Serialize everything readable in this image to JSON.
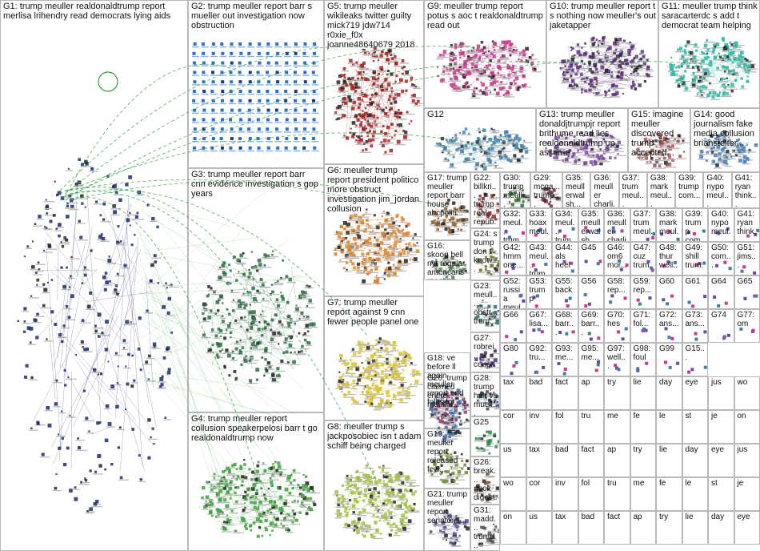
{
  "title": "NodeXL network graph: trump meuller report",
  "colors": {
    "G1": "#1c2a6b",
    "G2": "#2a72c8",
    "G3": "#2f6e44",
    "G4": "#3ea13c",
    "G5": "#a3201e",
    "G6": "#d9822b",
    "G7": "#d9c22a",
    "G8": "#9fbe3a",
    "G9": "#c93a8a",
    "G10": "#5a2d7a",
    "G11": "#2ab6a0",
    "G12": "#3d7fa8",
    "edge": "#2f9f3a",
    "border": "#b9b9b9"
  },
  "groups": [
    {
      "id": "G1",
      "label": "G1: trump meuller realdonaldtrump report merlisa lrihendry read democrats lying aids"
    },
    {
      "id": "G2",
      "label": "G2: trump meuller report barr s mueller out investigation now obstruction"
    },
    {
      "id": "G3",
      "label": "G3: trump meuller report barr cnn evidence investigation s gop years"
    },
    {
      "id": "G4",
      "label": "G4: trump meuller report collusion speakerpelosi barr t go realdonaldtrump now"
    },
    {
      "id": "G5",
      "label": "G5: trump meuller wikileaks twitter guilty mick719 jdw714 r0xie_f0x joanne48640679 2018"
    },
    {
      "id": "G6",
      "label": "G6: meuller trump report president politico more obstruct investigation jim_jordan collusion"
    },
    {
      "id": "G7",
      "label": "G7: trump meuller report against 9 cnn fewer people panel one"
    },
    {
      "id": "G8",
      "label": "G8: meuller trump s jackposobiec isn t adam schiff being charged"
    },
    {
      "id": "G9",
      "label": "G9: meuller trump report potus s aoc t realdonaldtrump read out"
    },
    {
      "id": "G10",
      "label": "G10: trump meuller report t s nothing now meuller's out jaketapper"
    },
    {
      "id": "G11",
      "label": "G11: meuller trump think saracarterdc s add t democrat team helping"
    },
    {
      "id": "G12",
      "label": "G12"
    },
    {
      "id": "G13",
      "label": "G13: trump meuller donaldjtrumpjr report brithume read lies realdonaldtrump up assume"
    },
    {
      "id": "G14",
      "label": "G14: good journalism fake media collusion brianstelter..."
    },
    {
      "id": "G15",
      "label": "G15: imagine meuller discovered trump accepted..."
    },
    {
      "id": "G16",
      "label": "G16: skoog bell nyt regular americans reacting..."
    },
    {
      "id": "G17",
      "label": "G17: trump meuller report barr house abcpoliti..."
    },
    {
      "id": "G18",
      "label": "G18: ve before ll again meuller report end folks lot..."
    },
    {
      "id": "G19",
      "label": "G19: meuller report released few..."
    },
    {
      "id": "G20",
      "label": "G20: trump claimed entire meuller..."
    },
    {
      "id": "G21",
      "label": "G21: trump meuller report senatorr..."
    },
    {
      "id": "G22",
      "label": "G22: billkri... trump real... repub..."
    },
    {
      "id": "G23",
      "label": "G23: meull... obstr... trum..."
    },
    {
      "id": "G24",
      "label": "G24: s trump don t know..."
    },
    {
      "id": "G25",
      "label": "G25"
    },
    {
      "id": "G26",
      "label": "G26: break... nook digest..."
    },
    {
      "id": "G27",
      "label": "G27: robrei... congr... quan..."
    },
    {
      "id": "G28",
      "label": "G28: trump hair vs muell..."
    },
    {
      "id": "G29",
      "label": "G29: mcga... trump..."
    },
    {
      "id": "G30",
      "label": "G30: trump meull..."
    },
    {
      "id": "G31",
      "label": "G31: madd... trump..."
    }
  ],
  "small_groups": [
    {
      "id": "G32",
      "label": "G32: meul... trump..."
    },
    {
      "id": "G33",
      "label": "G33: hoax meul..."
    },
    {
      "id": "G34",
      "label": "G34: meul... trum..."
    },
    {
      "id": "G35",
      "label": "G35: meullerwalsh..."
    },
    {
      "id": "G36",
      "label": "G36: meuller charli..."
    },
    {
      "id": "G37",
      "label": "G37: trum meul..."
    },
    {
      "id": "G38",
      "label": "G38: mark meul..."
    },
    {
      "id": "G39",
      "label": "G39: trump com..."
    },
    {
      "id": "G40",
      "label": "G40: nypo meul..."
    },
    {
      "id": "G41",
      "label": "G41: ryan think..."
    },
    {
      "id": "G42",
      "label": "G42: hmm one..."
    },
    {
      "id": "G43",
      "label": "G43: meul... trum..."
    },
    {
      "id": "G44",
      "label": "G44: als heel"
    },
    {
      "id": "G45",
      "label": "G45"
    },
    {
      "id": "G46",
      "label": "G46: om6 mor..."
    },
    {
      "id": "G47",
      "label": "G47: cuz trum..."
    },
    {
      "id": "G48",
      "label": "G48: thur well..."
    },
    {
      "id": "G49",
      "label": "G49: shill trum..."
    },
    {
      "id": "G50",
      "label": "G50: com..."
    },
    {
      "id": "G51",
      "label": "G51: jims..."
    },
    {
      "id": "G52",
      "label": "G52: russia meul..."
    },
    {
      "id": "G53",
      "label": "G53: trump"
    },
    {
      "id": "G55",
      "label": "G55: back"
    },
    {
      "id": "G56",
      "label": "G56"
    },
    {
      "id": "G58",
      "label": "G58: rep..."
    },
    {
      "id": "G59",
      "label": "G59: rep..."
    },
    {
      "id": "G60",
      "label": "G60"
    },
    {
      "id": "G61",
      "label": "G61"
    },
    {
      "id": "G64",
      "label": "G64"
    },
    {
      "id": "G65",
      "label": "G65"
    },
    {
      "id": "G66",
      "label": "G66"
    },
    {
      "id": "G67",
      "label": "G67: lisa..."
    },
    {
      "id": "G68",
      "label": "G68: barr..."
    },
    {
      "id": "G69",
      "label": "G69: barr..."
    },
    {
      "id": "G70",
      "label": "G70: hes"
    },
    {
      "id": "G71",
      "label": "G71: fol..."
    },
    {
      "id": "G72",
      "label": "G72: ans..."
    },
    {
      "id": "G73",
      "label": "G73: ans..."
    },
    {
      "id": "G74",
      "label": "G74"
    },
    {
      "id": "G77",
      "label": "G77: om"
    },
    {
      "id": "G80",
      "label": "G80"
    },
    {
      "id": "G92",
      "label": "G92: tru..."
    },
    {
      "id": "G93",
      "label": "G93: me..."
    },
    {
      "id": "G95",
      "label": "G95: me..."
    },
    {
      "id": "G97",
      "label": "G97: well..."
    },
    {
      "id": "G98",
      "label": "G98: foul"
    },
    {
      "id": "G99",
      "label": "G99"
    },
    {
      "id": "G15b",
      "label": "G15..."
    }
  ],
  "misc_cell_words": [
    "tax",
    "bad",
    "fact",
    "ap",
    "try",
    "lie",
    "day",
    "eye",
    "jus",
    "wo",
    "cor",
    "inv",
    "fol",
    "tru",
    "me",
    "fe",
    "le",
    "st",
    "je",
    "on",
    "us"
  ]
}
